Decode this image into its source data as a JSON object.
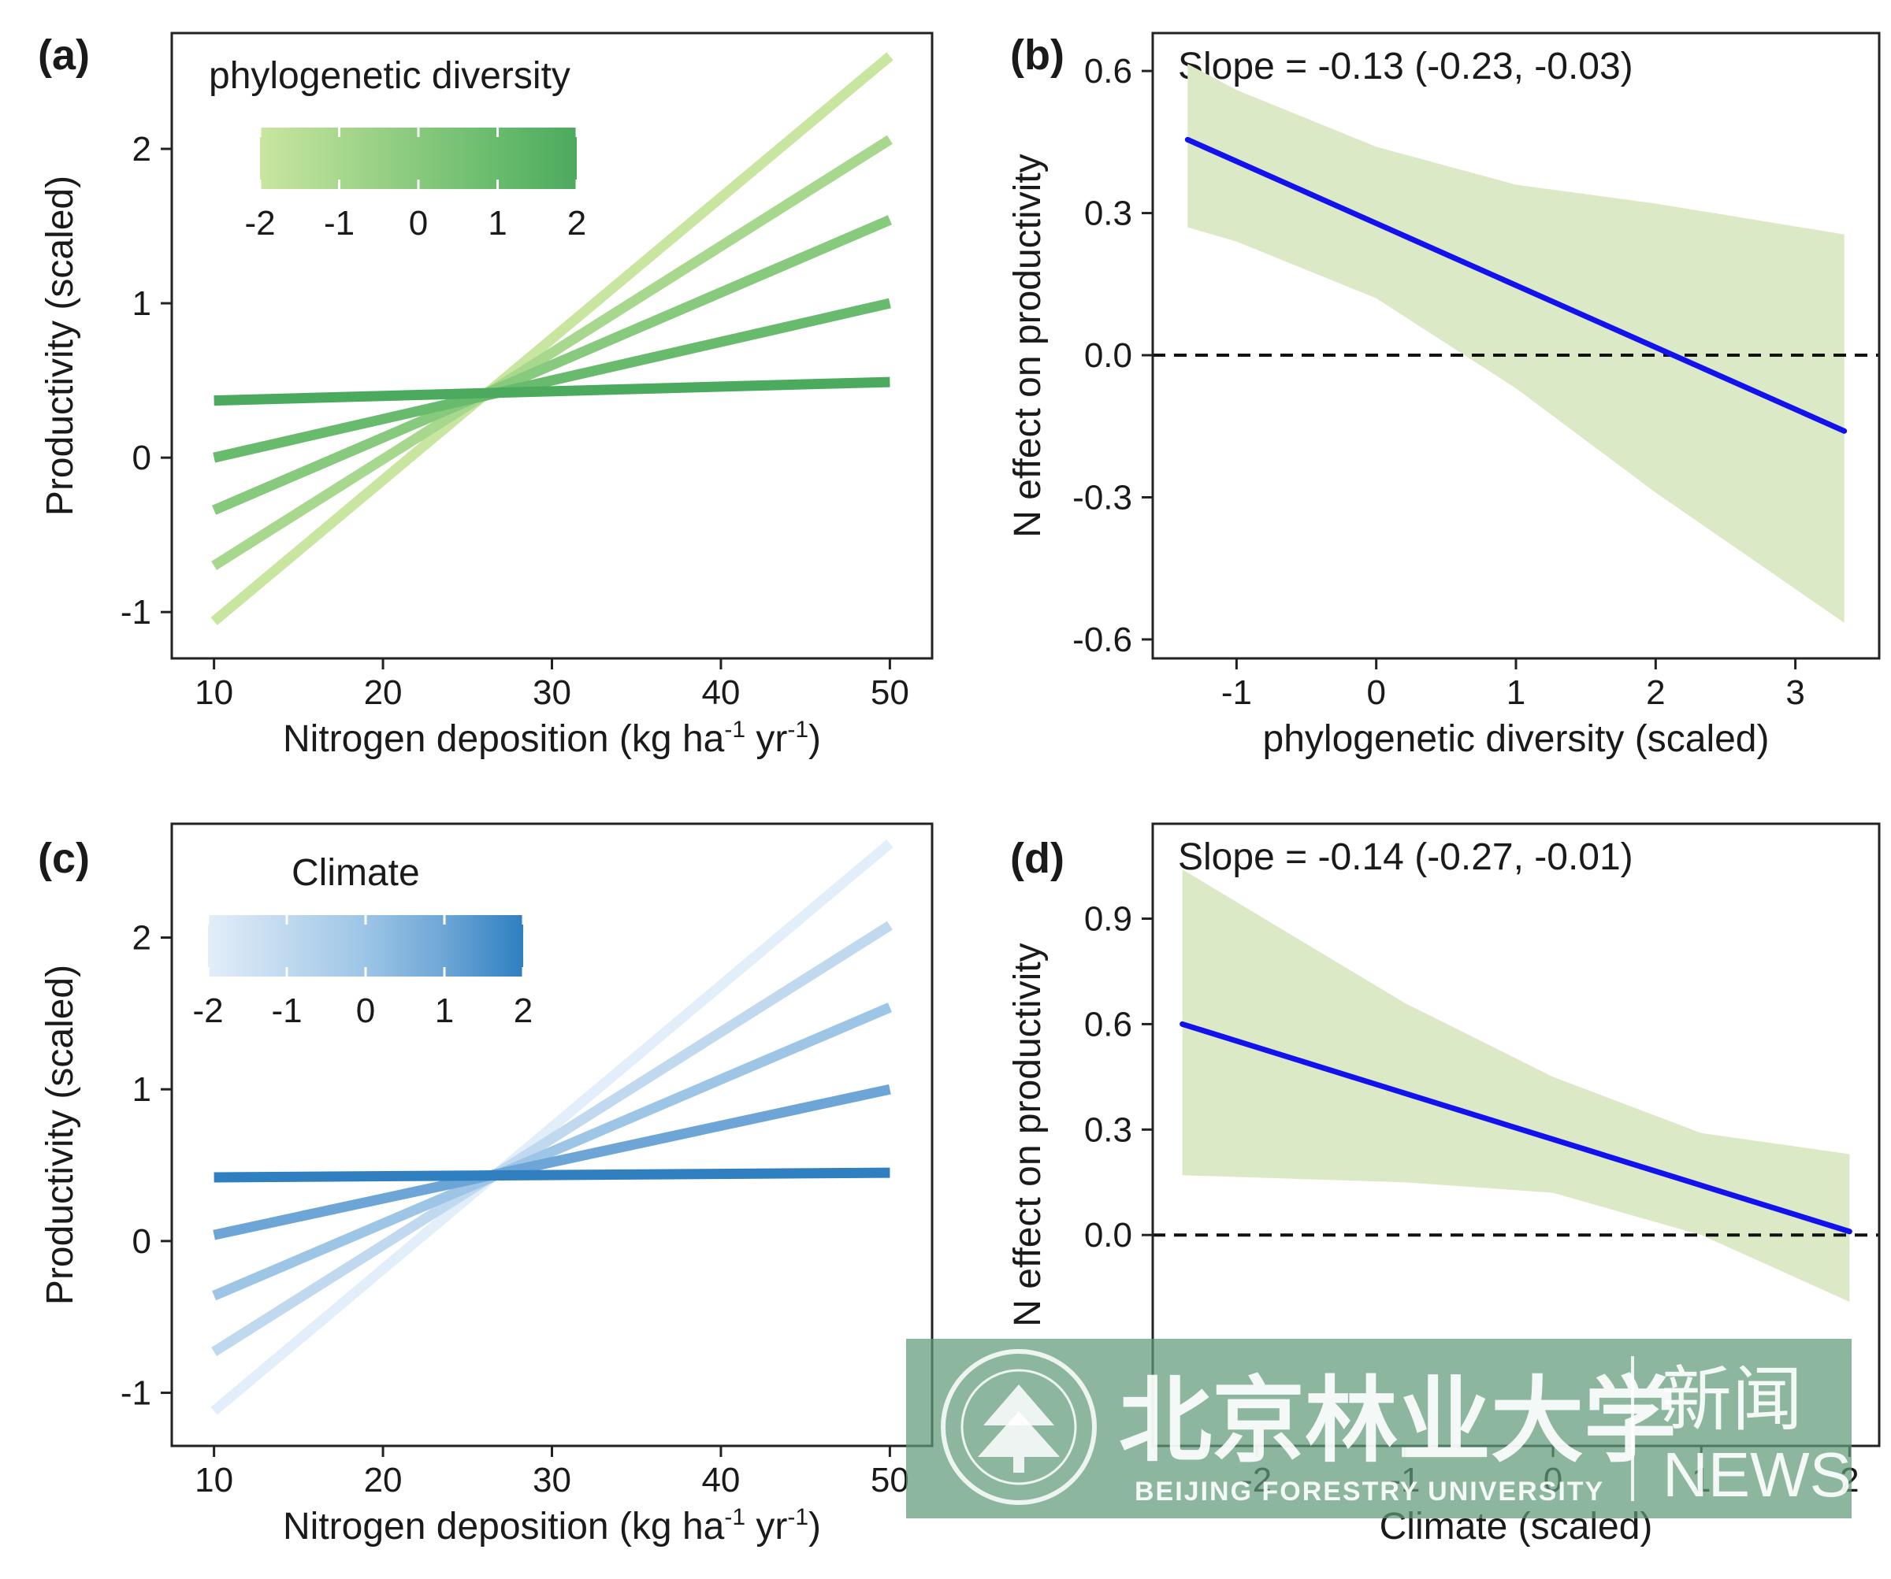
{
  "chart_data": [
    {
      "panel": "(a)",
      "type": "line",
      "xlabel": "Nitrogen deposition (kg ha-1 yr-1)",
      "xlabel_parts": [
        "Nitrogen deposition (kg ha",
        "-1",
        " yr",
        "-1",
        ")"
      ],
      "ylabel": "Productivity (scaled)",
      "xlim": [
        7.5,
        52.5
      ],
      "ylim": [
        -1.3,
        2.75
      ],
      "xticks": [
        10,
        20,
        30,
        40,
        50
      ],
      "yticks": [
        -1,
        0,
        1,
        2
      ],
      "legend": {
        "title": "phylogenetic diversity",
        "ticks": [
          -2,
          -1,
          0,
          1,
          2
        ],
        "colors": [
          "#c9e6a0",
          "#a8d88e",
          "#87c97d",
          "#68bb6d",
          "#4caa5e"
        ]
      },
      "series": [
        {
          "level": -2,
          "x": [
            10,
            50
          ],
          "y": [
            -1.06,
            2.6
          ]
        },
        {
          "level": -1,
          "x": [
            10,
            50
          ],
          "y": [
            -0.7,
            2.06
          ]
        },
        {
          "level": 0,
          "x": [
            10,
            50
          ],
          "y": [
            -0.34,
            1.54
          ]
        },
        {
          "level": 1,
          "x": [
            10,
            50
          ],
          "y": [
            0.0,
            1.0
          ]
        },
        {
          "level": 2,
          "x": [
            10,
            50
          ],
          "y": [
            0.37,
            0.49
          ]
        }
      ]
    },
    {
      "panel": "(b)",
      "type": "line",
      "xlabel": "phylogenetic diversity (scaled)",
      "ylabel": "N effect on productivity",
      "xlim": [
        -1.6,
        3.6
      ],
      "ylim": [
        -0.64,
        0.68
      ],
      "xticks": [
        -1,
        0,
        1,
        2,
        3
      ],
      "yticks": [
        -0.6,
        -0.3,
        0.0,
        0.3,
        0.6
      ],
      "ytick_labels": [
        "-0.6",
        "-0.3",
        "0.0",
        "0.3",
        "0.6"
      ],
      "slope_text": "Slope = -0.13 (-0.23, -0.03)",
      "reference_line": 0.0,
      "fit": {
        "x": [
          -1.35,
          3.35
        ],
        "y": [
          0.455,
          -0.16
        ]
      },
      "band": {
        "x": [
          -1.35,
          -1.0,
          0.0,
          1.0,
          2.0,
          3.35
        ],
        "lower": [
          0.27,
          0.24,
          0.12,
          -0.07,
          -0.29,
          -0.565
        ],
        "upper": [
          0.615,
          0.56,
          0.44,
          0.36,
          0.32,
          0.255
        ]
      }
    },
    {
      "panel": "(c)",
      "type": "line",
      "xlabel": "Nitrogen deposition (kg ha-1 yr-1)",
      "xlabel_parts": [
        "Nitrogen deposition (kg ha",
        "-1",
        " yr",
        "-1",
        ")"
      ],
      "ylabel": "Productivity (scaled)",
      "xlim": [
        7.5,
        52.5
      ],
      "ylim": [
        -1.35,
        2.75
      ],
      "xticks": [
        10,
        20,
        30,
        40,
        50
      ],
      "yticks": [
        -1,
        0,
        1,
        2
      ],
      "legend": {
        "title": "Climate",
        "ticks": [
          -2,
          -1,
          0,
          1,
          2
        ],
        "colors": [
          "#e2eef9",
          "#c0d9ef",
          "#9cc5e6",
          "#6da6d6",
          "#2f7fc1"
        ]
      },
      "series": [
        {
          "level": -2,
          "x": [
            10,
            50
          ],
          "y": [
            -1.12,
            2.62
          ]
        },
        {
          "level": -1,
          "x": [
            10,
            50
          ],
          "y": [
            -0.73,
            2.08
          ]
        },
        {
          "level": 0,
          "x": [
            10,
            50
          ],
          "y": [
            -0.36,
            1.54
          ]
        },
        {
          "level": 1,
          "x": [
            10,
            50
          ],
          "y": [
            0.04,
            1.0
          ]
        },
        {
          "level": 2,
          "x": [
            10,
            50
          ],
          "y": [
            0.42,
            0.45
          ]
        }
      ]
    },
    {
      "panel": "(d)",
      "type": "line",
      "xlabel": "Climate (scaled)",
      "ylabel": "N effect on productivity",
      "xlim": [
        -2.7,
        2.2
      ],
      "ylim": [
        -0.6,
        1.17
      ],
      "xticks": [
        -2,
        -1,
        0,
        1,
        2
      ],
      "yticks": [
        0.0,
        0.3,
        0.6,
        0.9
      ],
      "ytick_labels": [
        "0.0",
        "0.3",
        "0.6",
        "0.9"
      ],
      "slope_text": "Slope = -0.14 (-0.27, -0.01)",
      "reference_line": 0.0,
      "fit": {
        "x": [
          -2.5,
          2.0
        ],
        "y": [
          0.6,
          0.01
        ]
      },
      "band": {
        "x": [
          -2.5,
          -1.0,
          0.0,
          1.0,
          2.0
        ],
        "lower": [
          0.17,
          0.15,
          0.12,
          0.0,
          -0.19
        ],
        "upper": [
          1.04,
          0.66,
          0.45,
          0.29,
          0.23
        ]
      }
    }
  ],
  "watermark": {
    "name_cn": "北京林业大学",
    "name_en": "BEIJING FORESTRY UNIVERSITY",
    "section_cn": "新闻",
    "section_en": "NEWS"
  }
}
